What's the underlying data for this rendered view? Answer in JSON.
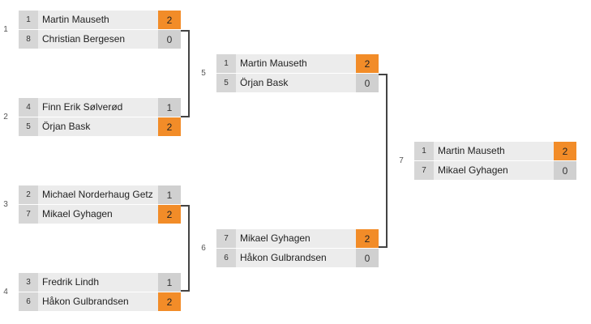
{
  "matches": [
    {
      "number": "1",
      "players": [
        {
          "seed": "1",
          "name": "Martin Mauseth",
          "score": "2",
          "win": true
        },
        {
          "seed": "8",
          "name": "Christian Bergesen",
          "score": "0",
          "win": false
        }
      ]
    },
    {
      "number": "2",
      "players": [
        {
          "seed": "4",
          "name": "Finn Erik Sølverød",
          "score": "1",
          "win": false
        },
        {
          "seed": "5",
          "name": "Örjan Bask",
          "score": "2",
          "win": true
        }
      ]
    },
    {
      "number": "3",
      "players": [
        {
          "seed": "2",
          "name": "Michael Norderhaug Getz",
          "score": "1",
          "win": false
        },
        {
          "seed": "7",
          "name": "Mikael Gyhagen",
          "score": "2",
          "win": true
        }
      ]
    },
    {
      "number": "4",
      "players": [
        {
          "seed": "3",
          "name": "Fredrik Lindh",
          "score": "1",
          "win": false
        },
        {
          "seed": "6",
          "name": "Håkon Gulbrandsen",
          "score": "2",
          "win": true
        }
      ]
    },
    {
      "number": "5",
      "players": [
        {
          "seed": "1",
          "name": "Martin Mauseth",
          "score": "2",
          "win": true
        },
        {
          "seed": "5",
          "name": "Örjan Bask",
          "score": "0",
          "win": false
        }
      ]
    },
    {
      "number": "6",
      "players": [
        {
          "seed": "7",
          "name": "Mikael Gyhagen",
          "score": "2",
          "win": true
        },
        {
          "seed": "6",
          "name": "Håkon Gulbrandsen",
          "score": "0",
          "win": false
        }
      ]
    },
    {
      "number": "7",
      "players": [
        {
          "seed": "1",
          "name": "Martin Mauseth",
          "score": "2",
          "win": true
        },
        {
          "seed": "7",
          "name": "Mikael Gyhagen",
          "score": "0",
          "win": false
        }
      ]
    }
  ],
  "colors": {
    "winner": "#f28c28",
    "seed_bg": "#d6d6d6",
    "name_bg": "#ececec",
    "score_bg": "#d0d0d0",
    "connector": "#444444"
  }
}
